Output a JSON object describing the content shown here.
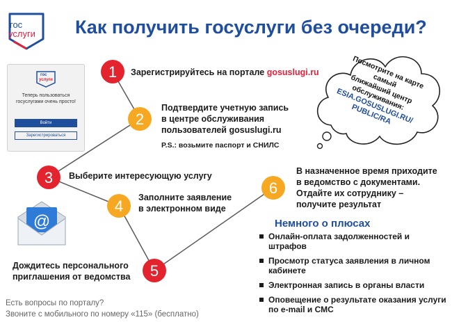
{
  "logo": {
    "line1": "гос",
    "line2": "услуги"
  },
  "title": "Как получить госуслуги без очереди?",
  "phone": {
    "logo_line1": "гос",
    "logo_line2": "услуги",
    "text": "Теперь пользоваться госуслугами очень просто!",
    "login_button": "Войти",
    "register_button": "Зарегистрироваться"
  },
  "steps": [
    {
      "number": "1",
      "text": "Зарегистрируйтесь на портале ",
      "highlight": "gosuslugi.ru"
    },
    {
      "number": "2",
      "lines": [
        "Подтвердите учетную запись",
        "в центре обслуживания",
        "пользователей gosuslugi.ru"
      ],
      "note": "P.S.: возьмите паспорт и СНИЛС"
    },
    {
      "number": "3",
      "text": "Выберите интересующую услугу"
    },
    {
      "number": "4",
      "lines": [
        "Заполните заявление",
        "в электронном виде"
      ]
    },
    {
      "number": "5",
      "lines": [
        "Дождитесь персонального",
        "приглашения от ведомства"
      ]
    },
    {
      "number": "6",
      "lines": [
        "В назначенное время приходите",
        "в ведомство с документами.",
        "Отдайте их сотруднику –",
        "получите результат"
      ]
    }
  ],
  "cloud": {
    "lines": [
      "Посмотрите на карте самый",
      "ближайший центр",
      "обслуживания:"
    ],
    "link_lines": [
      "ESIA.GOSUSLUGI.RU/",
      "PUBLIC/RA"
    ]
  },
  "pluses": {
    "title": "Немного о плюсах",
    "items": [
      "Онлайн-оплата задолженностей и штрафов",
      "Просмотр статуса заявления в личном кабинете",
      "Электронная запись в органы власти",
      "Оповещение о результате оказания услуги по e-mail и СМС"
    ]
  },
  "footer": {
    "line1": "Есть вопросы по порталу?",
    "line2": "Звоните с мобильного по номеру «115» (бесплатно)"
  },
  "colors": {
    "brand_blue": "#1f4e9c",
    "brand_red": "#e2233b",
    "step_red": "#e3232d",
    "step_orange": "#f7a823"
  },
  "icons": {
    "envelope": "email-envelope-icon"
  }
}
